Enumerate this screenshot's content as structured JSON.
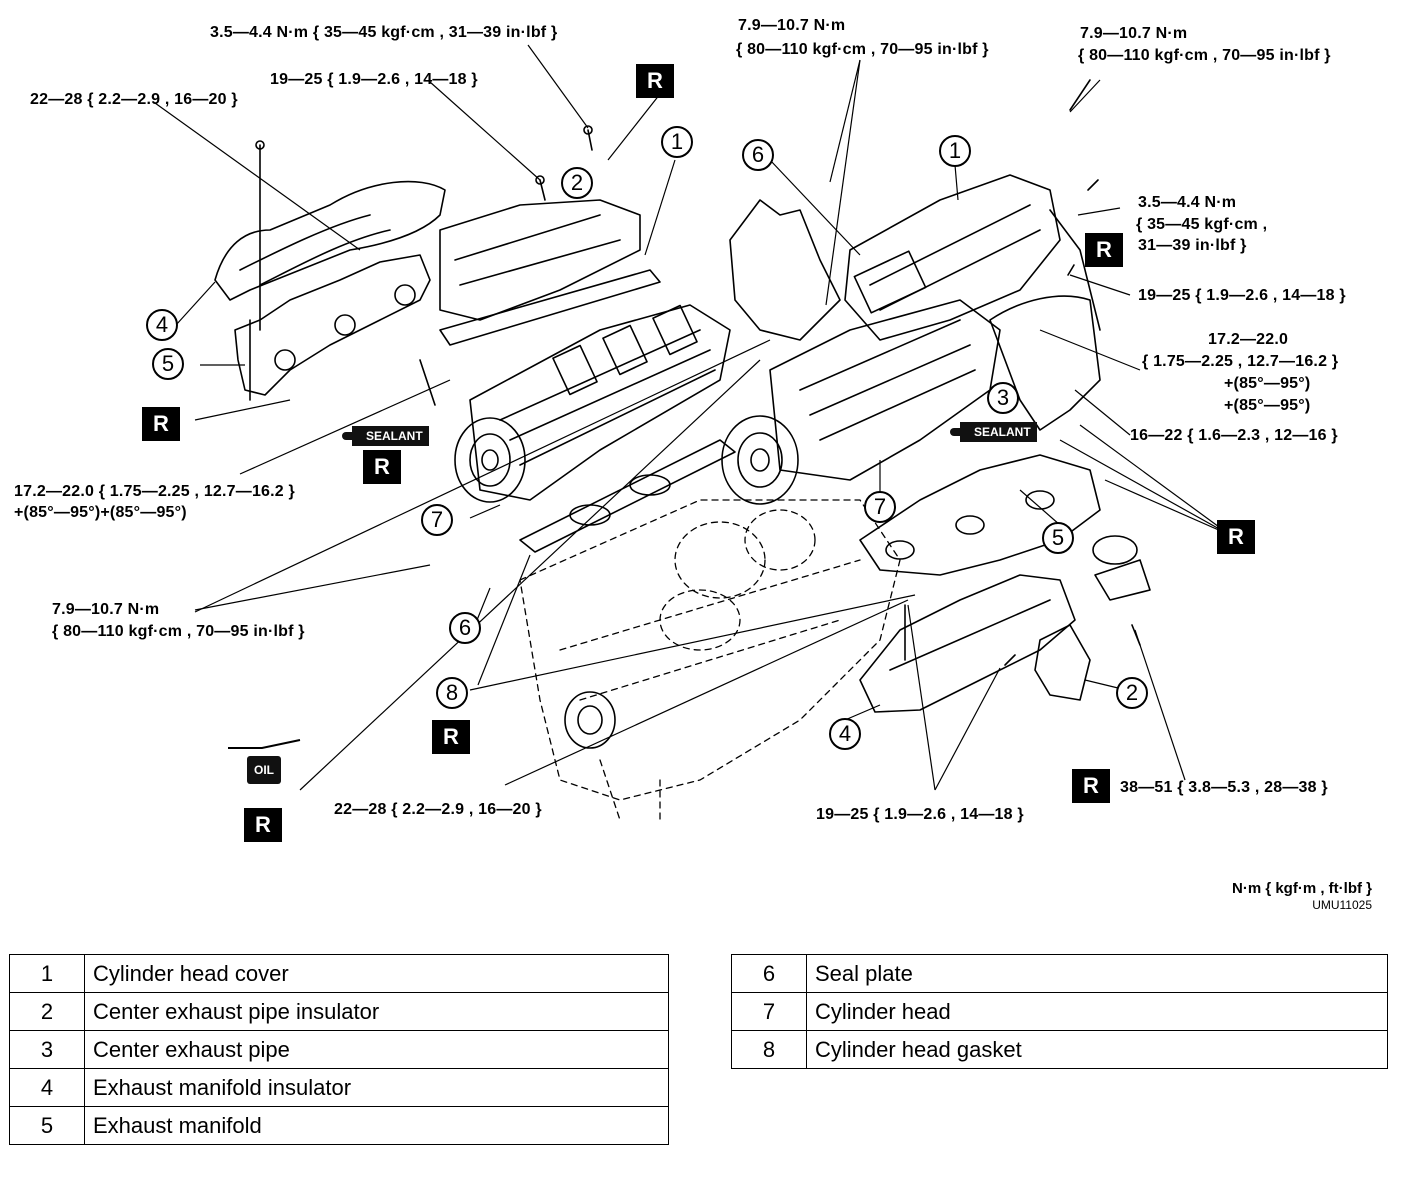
{
  "torque_labels": {
    "t_top_left_small": "3.5—4.4 N·m { 35—45 kgf·cm , 31—39 in·lbf }",
    "t_top_left_19": "19—25 { 1.9—2.6 , 14—18 }",
    "t_top_left_22": "22—28 { 2.2—2.9 , 16—20 }",
    "t_top_mid_79_a": "7.9—10.7 N·m",
    "t_top_mid_79_b": "{ 80—110 kgf·cm , 70—95 in·lbf }",
    "t_top_right_79_a": "7.9—10.7 N·m",
    "t_top_right_79_b": "{ 80—110 kgf·cm , 70—95 in·lbf }",
    "t_right_35_a": "3.5—4.4 N·m",
    "t_right_35_b": "{ 35—45 kgf·cm ,",
    "t_right_35_c": "31—39 in·lbf }",
    "t_right_19": "19—25 { 1.9—2.6 , 14—18 }",
    "t_right_172_a": "17.2—22.0",
    "t_right_172_b": "{ 1.75—2.25 , 12.7—16.2 }",
    "t_right_172_c": "+(85°—95°)",
    "t_right_172_d": "+(85°—95°)",
    "t_right_16": "16—22 { 1.6—2.3 , 12—16 }",
    "t_left_172_a": "17.2—22.0 { 1.75—2.25 , 12.7—16.2 }",
    "t_left_172_b": "+(85°—95°)+(85°—95°)",
    "t_left_79_a": "7.9—10.7 N·m",
    "t_left_79_b": "{ 80—110 kgf·cm , 70—95 in·lbf }",
    "t_bottom_22": "22—28 { 2.2—2.9 , 16—20 }",
    "t_bottom_19": "19—25 { 1.9—2.6 , 14—18 }",
    "t_bottom_right_38": "38—51 { 3.8—5.3 , 28—38 }"
  },
  "markers": {
    "r_label": "R",
    "sealant_label": "SEALANT",
    "oil_label": "OIL"
  },
  "callouts": {
    "one": "1",
    "two": "2",
    "three": "3",
    "four": "4",
    "five": "5",
    "six": "6",
    "seven": "7",
    "eight": "8"
  },
  "units": {
    "label": "N·m { kgf·m , ft·lbf }",
    "figure_code": "UMU11025"
  },
  "legend_left": [
    {
      "num": "1",
      "name": "Cylinder head cover"
    },
    {
      "num": "2",
      "name": "Center exhaust pipe insulator"
    },
    {
      "num": "3",
      "name": "Center exhaust pipe"
    },
    {
      "num": "4",
      "name": "Exhaust manifold insulator"
    },
    {
      "num": "5",
      "name": "Exhaust manifold"
    }
  ],
  "legend_right": [
    {
      "num": "6",
      "name": "Seal plate"
    },
    {
      "num": "7",
      "name": "Cylinder head"
    },
    {
      "num": "8",
      "name": "Cylinder head gasket"
    }
  ]
}
